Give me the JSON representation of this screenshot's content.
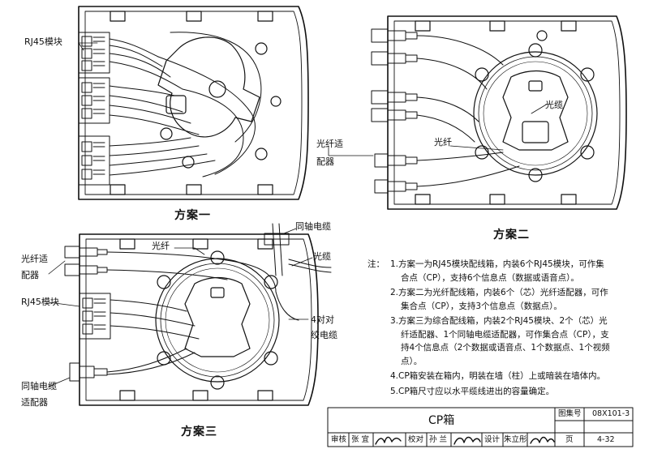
{
  "plan1": {
    "label_rj45": "RJ45模块",
    "caption": "方案一"
  },
  "plan2": {
    "label_fiber_adapter_line1": "光纤适",
    "label_fiber_adapter_line2": "配器",
    "label_optical_cable": "光缆",
    "label_fiber": "光纤",
    "caption": "方案二"
  },
  "plan3": {
    "label_coax_cable": "同轴电缆",
    "label_fiber": "光纤",
    "label_optical_cable": "光缆",
    "label_fiber_adapter_line1": "光纤适",
    "label_fiber_adapter_line2": "配器",
    "label_rj45": "RJ45模块",
    "label_4pair_line1": "4对对",
    "label_4pair_line2": "绞电缆",
    "label_coax_adapter_line1": "同轴电缆",
    "label_coax_adapter_line2": "适配器",
    "caption": "方案三"
  },
  "notes": {
    "heading": "注：",
    "items": [
      "1.方案一为RJ45模块配线箱，内装6个RJ45模块，可作集合点（CP），支持6个信息点（数据或语音点）。",
      "2.方案二为光纤配线箱，内装6个（芯）光纤适配器，可作集合点（CP），支持3个信息点（数据点）。",
      "3.方案三为综合配线箱，内装2个RJ45模块、2个（芯）光纤适配器、1个同轴电缆适配器，可作集合点（CP），支持4个信息点（2个数据或语音点、1个数据点、1个视频点）。",
      "4.CP箱安装在箱内，明装在墙（柱）上或暗装在墙体内。",
      "5.CP箱尺寸应以水平缆线进出的容量确定。"
    ]
  },
  "title_block": {
    "title": "CP箱",
    "atlas_no_label": "图集号",
    "atlas_no": "08X101-3",
    "review_label": "审核",
    "reviewer": "张 宜",
    "check_label": "校对",
    "checker": "孙 兰",
    "design_label": "设计",
    "designer": "朱立彤",
    "page_label": "页",
    "page": "4-32"
  }
}
